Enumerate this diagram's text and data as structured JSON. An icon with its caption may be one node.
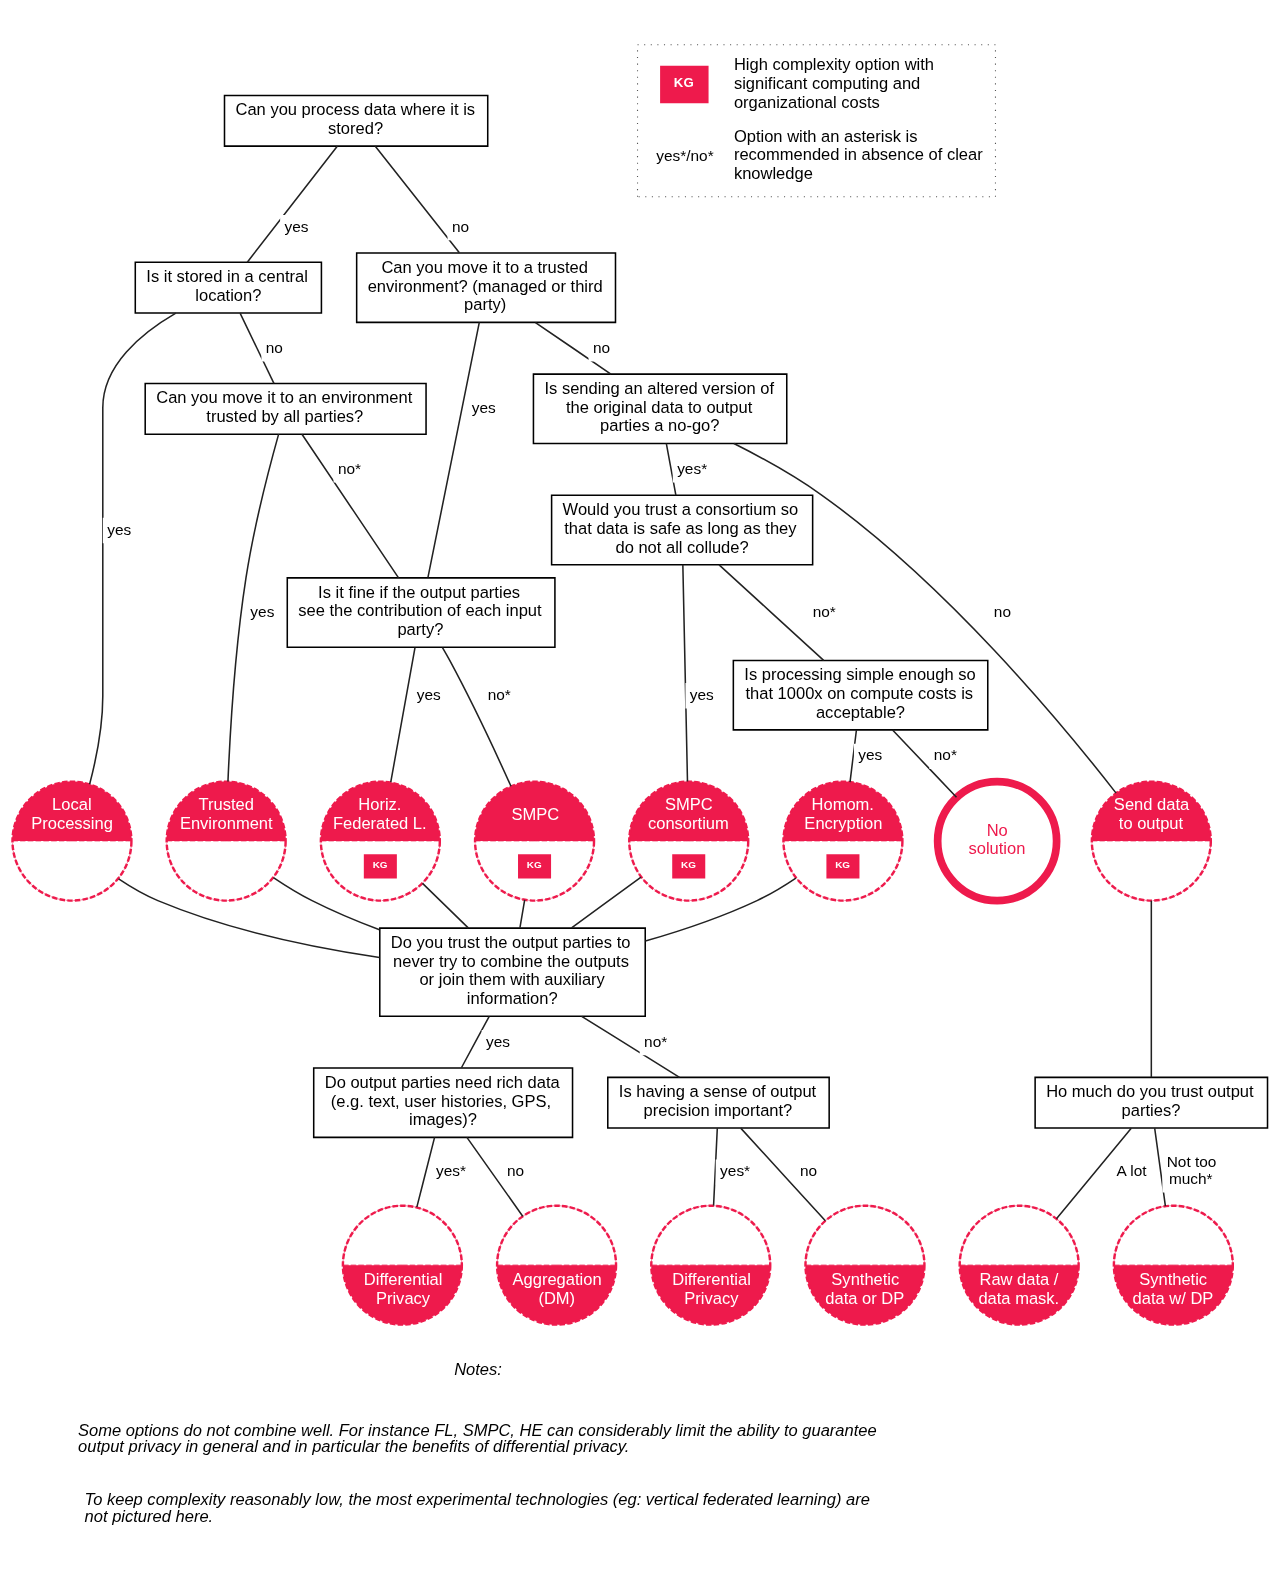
{
  "diagram": {
    "nodes": [
      {
        "text": [
          "Can you process data where it is stored?"
        ]
      },
      {
        "text": [
          "Is it stored in a central location?"
        ]
      },
      {
        "text": [
          "Can you move it to a trusted environment? (managed or third party)"
        ]
      },
      {
        "text": [
          "Can you move it to an environment trusted by all parties?"
        ]
      },
      {
        "text": [
          "Is sending an altered version of the original data to output parties a no-go?"
        ]
      },
      {
        "text": [
          "Would you trust a consortium so that data is safe as long as they do not all collude?"
        ]
      },
      {
        "text": [
          "Is it fine if the output parties see the contribution of each input party?"
        ]
      },
      {
        "text": [
          "Is processing simple enough so that 1000x on compute costs is acceptable?"
        ]
      },
      {
        "text": [
          "Local Processing"
        ]
      },
      {
        "text": [
          "Trusted Environment"
        ]
      },
      {
        "text": [
          "Horiz. Federated L.",
          "KG"
        ]
      },
      {
        "text": [
          "SMPC",
          "KG"
        ]
      },
      {
        "text": [
          "SMPC consortium",
          "KG"
        ]
      },
      {
        "text": [
          "Homom. Encryption",
          "KG"
        ]
      },
      {
        "text": [
          "No solution"
        ]
      },
      {
        "text": [
          "Send data to output"
        ]
      },
      {
        "text": [
          "Do you trust the output parties to never try to combine the outputs or join them with auxiliary information?"
        ]
      },
      {
        "text": [
          "Ho much do you trust output parties?"
        ]
      },
      {
        "text": [
          "Do output parties need rich data (e.g. text, user histories, GPS, images)?"
        ]
      },
      {
        "text": [
          "Is having a sense of output precision important?"
        ]
      },
      {
        "text": [
          "Differential Privacy"
        ]
      },
      {
        "text": [
          "Aggregation (DM)"
        ]
      },
      {
        "text": [
          "Differential Privacy"
        ]
      },
      {
        "text": [
          "Synthetic data or DP"
        ]
      },
      {
        "text": [
          "Raw data / data mask."
        ]
      },
      {
        "text": [
          "Synthetic data w/ DP"
        ]
      }
    ],
    "edges": [
      {
        "from": 0,
        "to": 1,
        "arrow": "none",
        "label": "yes"
      },
      {
        "from": 0,
        "to": 2,
        "arrow": "none",
        "label": "no"
      },
      {
        "from": 1,
        "to": 8,
        "arrow": "none",
        "label": "yes"
      },
      {
        "from": 1,
        "to": 3,
        "arrow": "none",
        "label": "no"
      },
      {
        "from": 2,
        "to": 6,
        "arrow": "none",
        "label": "yes"
      },
      {
        "from": 2,
        "to": 4,
        "arrow": "none",
        "label": "no"
      },
      {
        "from": 3,
        "to": 9,
        "arrow": "none",
        "label": "yes"
      },
      {
        "from": 3,
        "to": 6,
        "arrow": "none",
        "label": "no*"
      },
      {
        "from": 4,
        "to": 5,
        "arrow": "none",
        "label": "yes*"
      },
      {
        "from": 4,
        "to": 15,
        "arrow": "none",
        "label": "no"
      },
      {
        "from": 5,
        "to": 12,
        "arrow": "none",
        "label": "yes"
      },
      {
        "from": 5,
        "to": 7,
        "arrow": "none",
        "label": "no*"
      },
      {
        "from": 6,
        "to": 10,
        "arrow": "none",
        "label": "yes"
      },
      {
        "from": 6,
        "to": 11,
        "arrow": "none",
        "label": "no*"
      },
      {
        "from": 7,
        "to": 13,
        "arrow": "none",
        "label": "yes"
      },
      {
        "from": 7,
        "to": 14,
        "arrow": "none",
        "label": "no*"
      },
      {
        "from": 8,
        "to": 16,
        "arrow": "none"
      },
      {
        "from": 9,
        "to": 16,
        "arrow": "none"
      },
      {
        "from": 10,
        "to": 16,
        "arrow": "none"
      },
      {
        "from": 11,
        "to": 16,
        "arrow": "none"
      },
      {
        "from": 12,
        "to": 16,
        "arrow": "none"
      },
      {
        "from": 13,
        "to": 16,
        "arrow": "none"
      },
      {
        "from": 15,
        "to": 17,
        "arrow": "none"
      },
      {
        "from": 16,
        "to": 18,
        "arrow": "none",
        "label": "yes"
      },
      {
        "from": 16,
        "to": 19,
        "arrow": "none",
        "label": "no*"
      },
      {
        "from": 17,
        "to": 24,
        "arrow": "none",
        "label": "A lot"
      },
      {
        "from": 17,
        "to": 25,
        "arrow": "none",
        "label": "Not too much*"
      },
      {
        "from": 18,
        "to": 20,
        "arrow": "none",
        "label": "yes*"
      },
      {
        "from": 18,
        "to": 21,
        "arrow": "none",
        "label": "no"
      },
      {
        "from": 19,
        "to": 22,
        "arrow": "none",
        "label": "yes*"
      },
      {
        "from": 19,
        "to": 23,
        "arrow": "none",
        "label": "no"
      }
    ],
    "labels": [
      "KG",
      "yes*/no*",
      "Notes:",
      "Some options do not combine well. For instance FL, SMPC, HE can considerably limit the ability to guarantee output privacy in general and in particular the benefits of differential privacy.",
      "To keep complexity reasonably low, the most experimental technologies (eg: vertical federated learning) are not pictured here."
    ],
    "legend": [
      {
        "text": "High complexity option with significant computing and organizational costs"
      },
      {
        "text": "Option with an asterisk is recommended in absence of clear knowledge"
      }
    ]
  }
}
